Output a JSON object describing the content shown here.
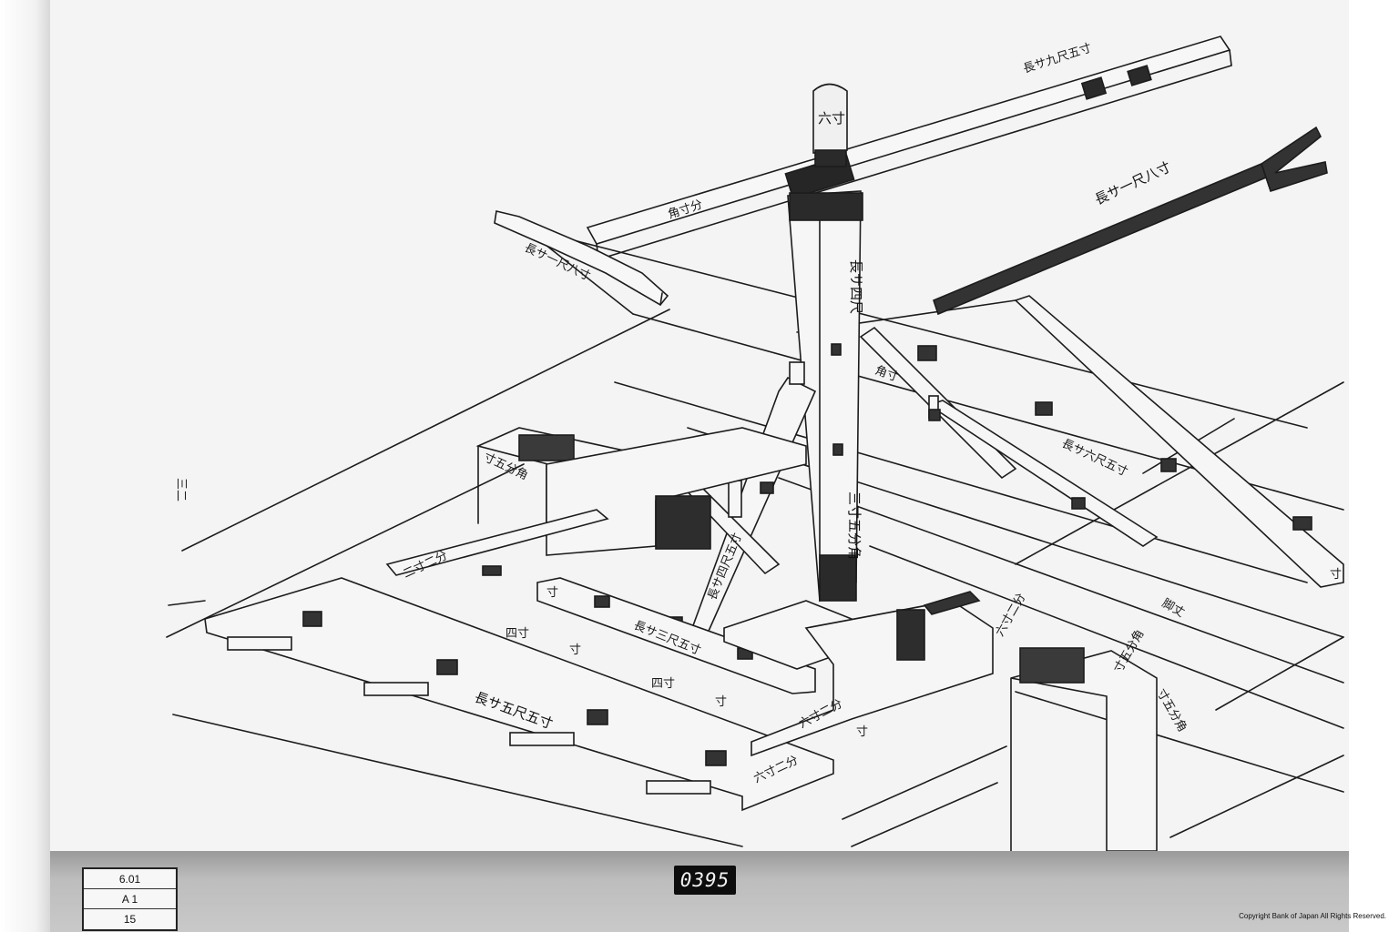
{
  "drawing": {
    "labels": {
      "top_beam": "長サ九尺五寸",
      "post_top": "六寸",
      "post_len": "長サ四尺",
      "post_sec": "三寸五分角",
      "arm_sq": "角寸分",
      "cross_piece": "長サ一尺八寸",
      "fork_arm": "長サ一尺八寸",
      "brace_right": "角寸",
      "rail_right": "長サ六尺五寸",
      "brace_left": "長サ四尺五寸",
      "left_block": "寸五分角",
      "right_block": "寸五分角",
      "right_side": "寸五分角",
      "right_end": "寸",
      "bottom_board": "長サ五尺五寸",
      "board_end": "六寸二分",
      "left_rail": "二寸二分",
      "four_a": "四寸",
      "four_b": "四寸",
      "cross_rail": "長サ三尺五寸",
      "six_a": "六寸二分",
      "six_b": "六寸二分",
      "margin_mark": "三二",
      "bottom_right": "脚丈",
      "small_a": "寸",
      "small_b": "寸",
      "small_c": "寸",
      "small_d": "寸"
    }
  },
  "catalog": {
    "rows": [
      "6.01",
      "A 1",
      "15"
    ],
    "frame_number": "0395",
    "copyright": "Copyright Bank of Japan All Rights Reserved."
  }
}
